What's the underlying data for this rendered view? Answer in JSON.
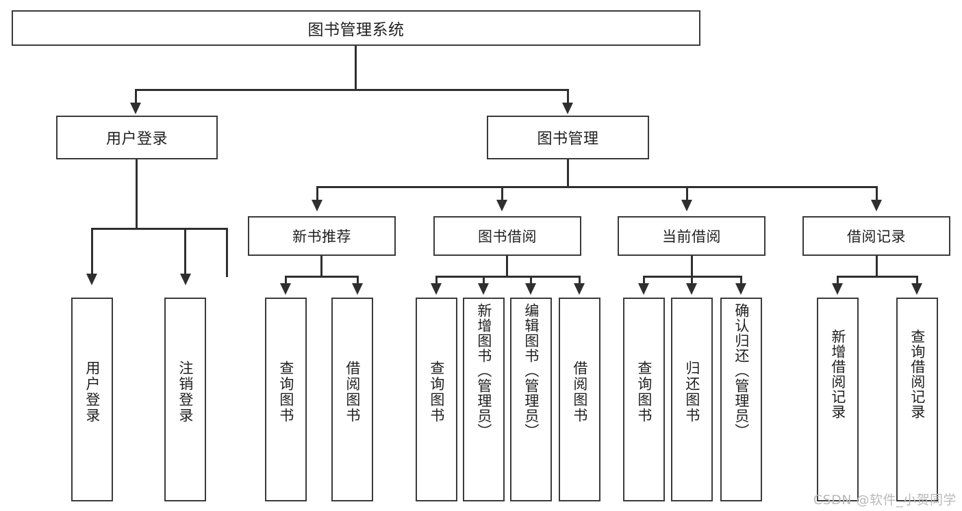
{
  "diagram": {
    "title": "图书管理系统",
    "root": {
      "label": "图书管理系统"
    },
    "level2": [
      {
        "label": "用户登录"
      },
      {
        "label": "图书管理"
      }
    ],
    "level3": [
      {
        "label": "新书推荐"
      },
      {
        "label": "图书借阅"
      },
      {
        "label": "当前借阅"
      },
      {
        "label": "借阅记录"
      }
    ],
    "leaves": {
      "user_login": [
        {
          "label": "用户登录"
        },
        {
          "label": "注销登录"
        }
      ],
      "new_book_recommend": [
        {
          "label": "查询图书"
        },
        {
          "label": "借阅图书"
        }
      ],
      "book_borrow": [
        {
          "label": "查询图书"
        },
        {
          "label": "新增图书（管理员）"
        },
        {
          "label": "编辑图书（管理员）"
        },
        {
          "label": "借阅图书"
        }
      ],
      "current_borrow": [
        {
          "label": "查询图书"
        },
        {
          "label": "归还图书"
        },
        {
          "label": "确认归还（管理员）"
        }
      ],
      "borrow_record": [
        {
          "label": "新增借阅记录"
        },
        {
          "label": "查询借阅记录"
        }
      ]
    }
  },
  "watermark": {
    "text": "CSDN @软件_小贺同学"
  },
  "colors": {
    "box_border": "#3a3a3a",
    "connector": "#2f2f2f",
    "text": "#1f1f1f",
    "background": "#ffffff",
    "watermark": "#b9b9b9"
  }
}
